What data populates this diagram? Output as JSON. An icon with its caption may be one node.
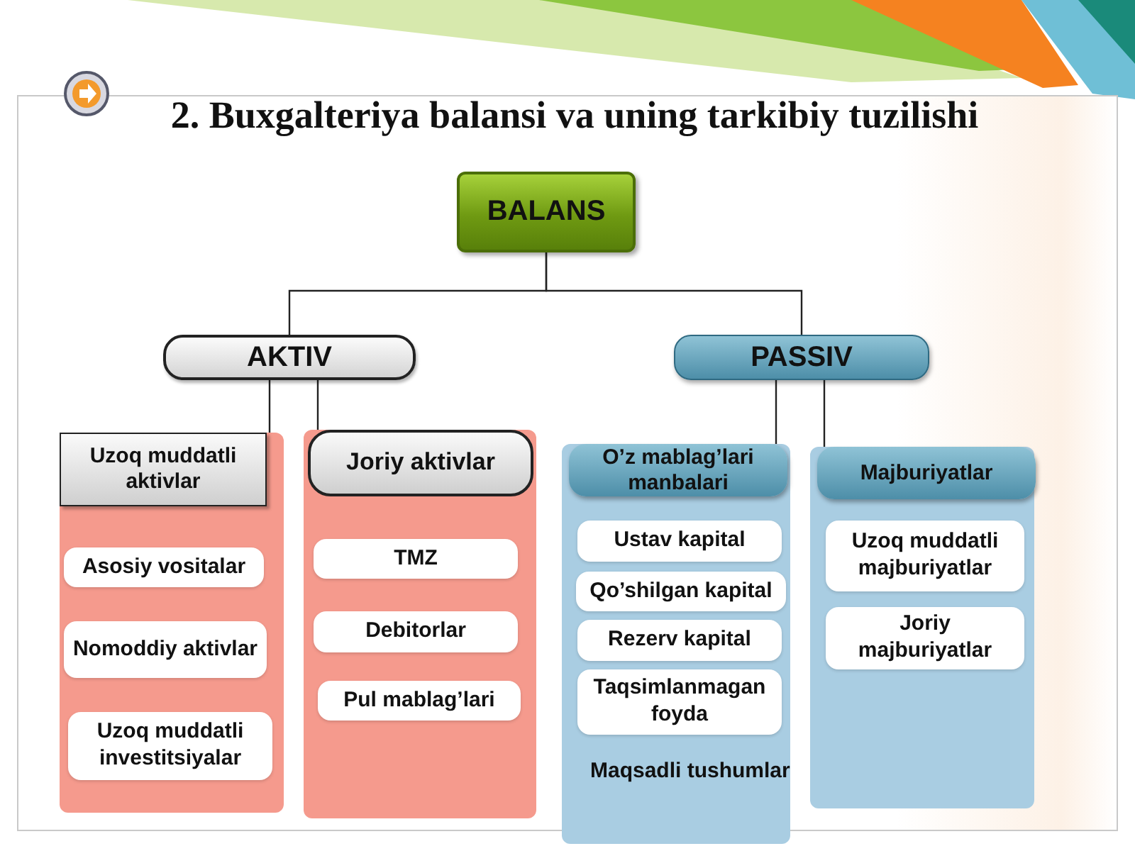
{
  "diagram": {
    "title": "2. Buxgalteriya balansi va uning tarkibiy tuzilishi",
    "nodes": [
      {
        "text": [
          "BALANS"
        ]
      },
      {
        "text": [
          "AKTIV"
        ]
      },
      {
        "text": [
          "PASSIV"
        ]
      },
      {
        "text": [
          "Uzoq muddatli aktivlar"
        ]
      },
      {
        "text": [
          "Asosiy vositalar"
        ],
        "in": 3
      },
      {
        "text": [
          "Nomoddiy aktivlar"
        ],
        "in": 3
      },
      {
        "text": [
          "Uzoq muddatli investitsiyalar"
        ],
        "in": 3
      },
      {
        "text": [
          "Joriy aktivlar"
        ]
      },
      {
        "text": [
          "TMZ"
        ],
        "in": 7
      },
      {
        "text": [
          "Debitorlar"
        ],
        "in": 7
      },
      {
        "text": [
          "Pul mablag’lari"
        ],
        "in": 7
      },
      {
        "text": [
          "O’z mablag’lari manbalari"
        ]
      },
      {
        "text": [
          "Ustav kapital"
        ],
        "in": 11
      },
      {
        "text": [
          "Qo’shilgan kapital"
        ],
        "in": 11
      },
      {
        "text": [
          "Rezerv kapital"
        ],
        "in": 11
      },
      {
        "text": [
          "Taqsimlanmagan foyda"
        ],
        "in": 11
      },
      {
        "text": [
          "Majburiyatlar"
        ]
      },
      {
        "text": [
          "Uzoq muddatli majburiyatlar"
        ],
        "in": 16
      },
      {
        "text": [
          "Joriy majburiyatlar"
        ],
        "in": 16
      }
    ],
    "edges": [
      {
        "from": 0,
        "to": 1,
        "arrow": "none"
      },
      {
        "from": 0,
        "to": 2,
        "arrow": "none"
      },
      {
        "from": 1,
        "to": 3,
        "arrow": "none"
      },
      {
        "from": 1,
        "to": 7,
        "arrow": "none"
      },
      {
        "from": 2,
        "to": 11,
        "arrow": "none"
      },
      {
        "from": 2,
        "to": 16,
        "arrow": "none"
      }
    ],
    "labels": [
      "Maqsadli tushumlar"
    ]
  }
}
